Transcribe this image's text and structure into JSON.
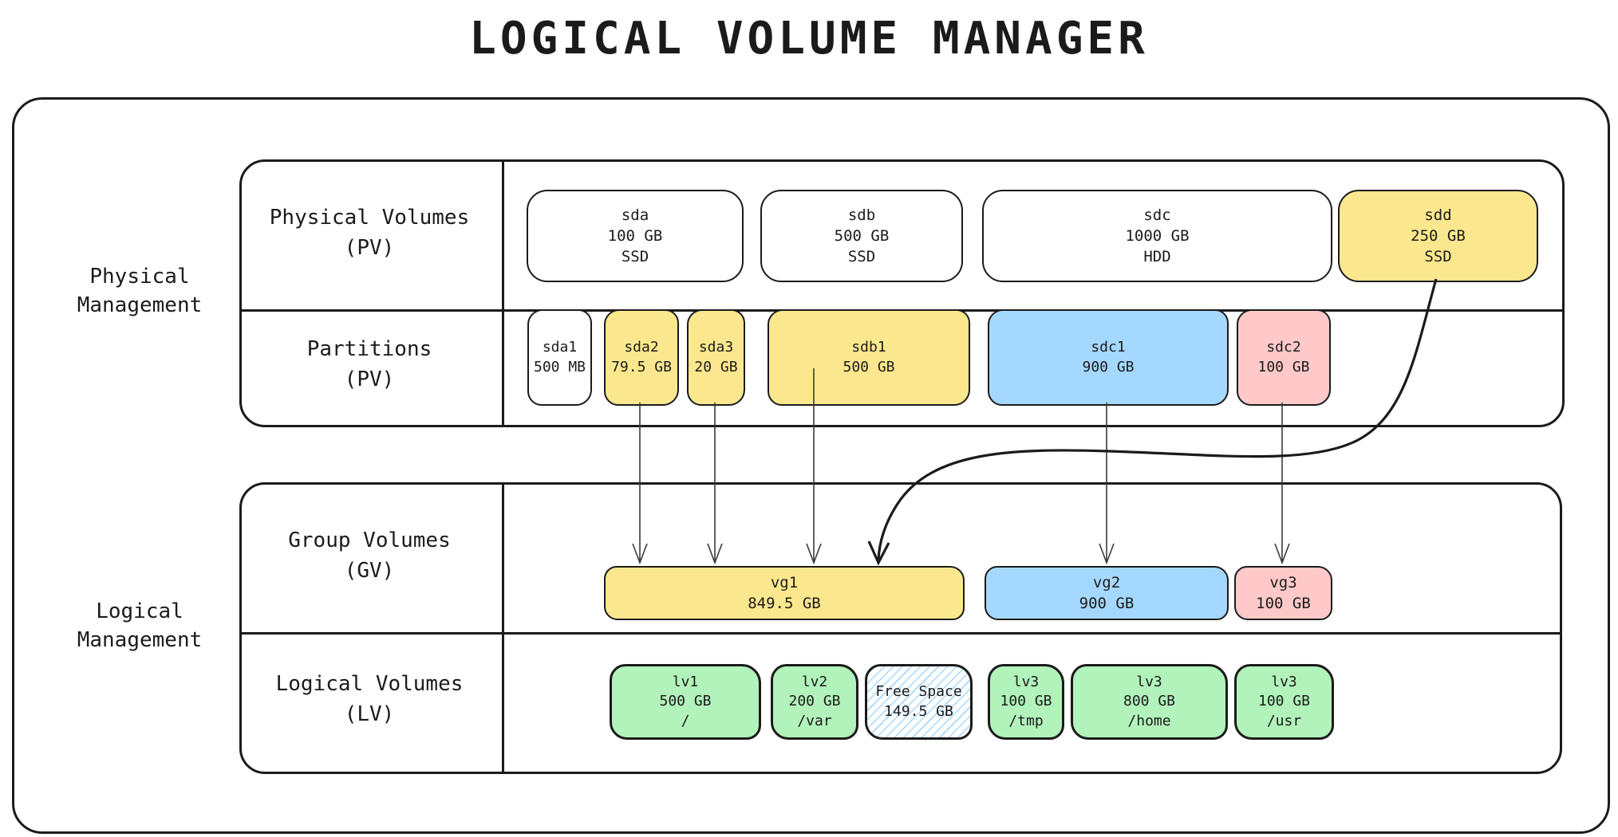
{
  "title": "LOGICAL VOLUME MANAGER",
  "colors": {
    "ink": "#1b1b1b",
    "yellow": "#fbe88e",
    "blue": "#a5d8ff",
    "pink": "#ffc9c9",
    "green": "#b2f2bb",
    "hatch_blue": "#a5d8ff"
  },
  "sections": {
    "physical": {
      "side_label": "Physical\nManagement",
      "row_pv_label": "Physical Volumes\n(PV)",
      "row_part_label": "Partitions\n(PV)"
    },
    "logical": {
      "side_label": "Logical\nManagement",
      "row_gv_label": "Group Volumes\n(GV)",
      "row_lv_label": "Logical Volumes\n(LV)"
    }
  },
  "physical_volumes": [
    {
      "name": "sda",
      "size": "100 GB",
      "type": "SSD",
      "color": "white"
    },
    {
      "name": "sdb",
      "size": "500 GB",
      "type": "SSD",
      "color": "white"
    },
    {
      "name": "sdc",
      "size": "1000 GB",
      "type": "HDD",
      "color": "white"
    },
    {
      "name": "sdd",
      "size": "250 GB",
      "type": "SSD",
      "color": "yellow"
    }
  ],
  "partitions": [
    {
      "name": "sda1",
      "size": "500 MB",
      "color": "white"
    },
    {
      "name": "sda2",
      "size": "79.5 GB",
      "color": "yellow"
    },
    {
      "name": "sda3",
      "size": "20 GB",
      "color": "yellow"
    },
    {
      "name": "sdb1",
      "size": "500 GB",
      "color": "yellow"
    },
    {
      "name": "sdc1",
      "size": "900 GB",
      "color": "blue"
    },
    {
      "name": "sdc2",
      "size": "100 GB",
      "color": "pink"
    }
  ],
  "volume_groups": [
    {
      "name": "vg1",
      "size": "849.5 GB",
      "color": "yellow"
    },
    {
      "name": "vg2",
      "size": "900 GB",
      "color": "blue"
    },
    {
      "name": "vg3",
      "size": "100 GB",
      "color": "pink"
    }
  ],
  "logical_volumes": [
    {
      "name": "lv1",
      "size": "500 GB",
      "mount": "/",
      "color": "green"
    },
    {
      "name": "lv2",
      "size": "200 GB",
      "mount": "/var",
      "color": "green"
    },
    {
      "name": "Free Space",
      "size": "149.5 GB",
      "mount": "",
      "color": "free-hatched"
    },
    {
      "name": "lv3",
      "size": "100 GB",
      "mount": "/tmp",
      "color": "green"
    },
    {
      "name": "lv3",
      "size": "800 GB",
      "mount": "/home",
      "color": "green"
    },
    {
      "name": "lv3",
      "size": "100 GB",
      "mount": "/usr",
      "color": "green"
    }
  ],
  "arrows": [
    {
      "from": "sda2",
      "to": "vg1"
    },
    {
      "from": "sda3",
      "to": "vg1"
    },
    {
      "from": "sdb1",
      "to": "vg1"
    },
    {
      "from": "sdd",
      "to": "vg1"
    },
    {
      "from": "sdc1",
      "to": "vg2"
    },
    {
      "from": "sdc2",
      "to": "vg3"
    }
  ]
}
